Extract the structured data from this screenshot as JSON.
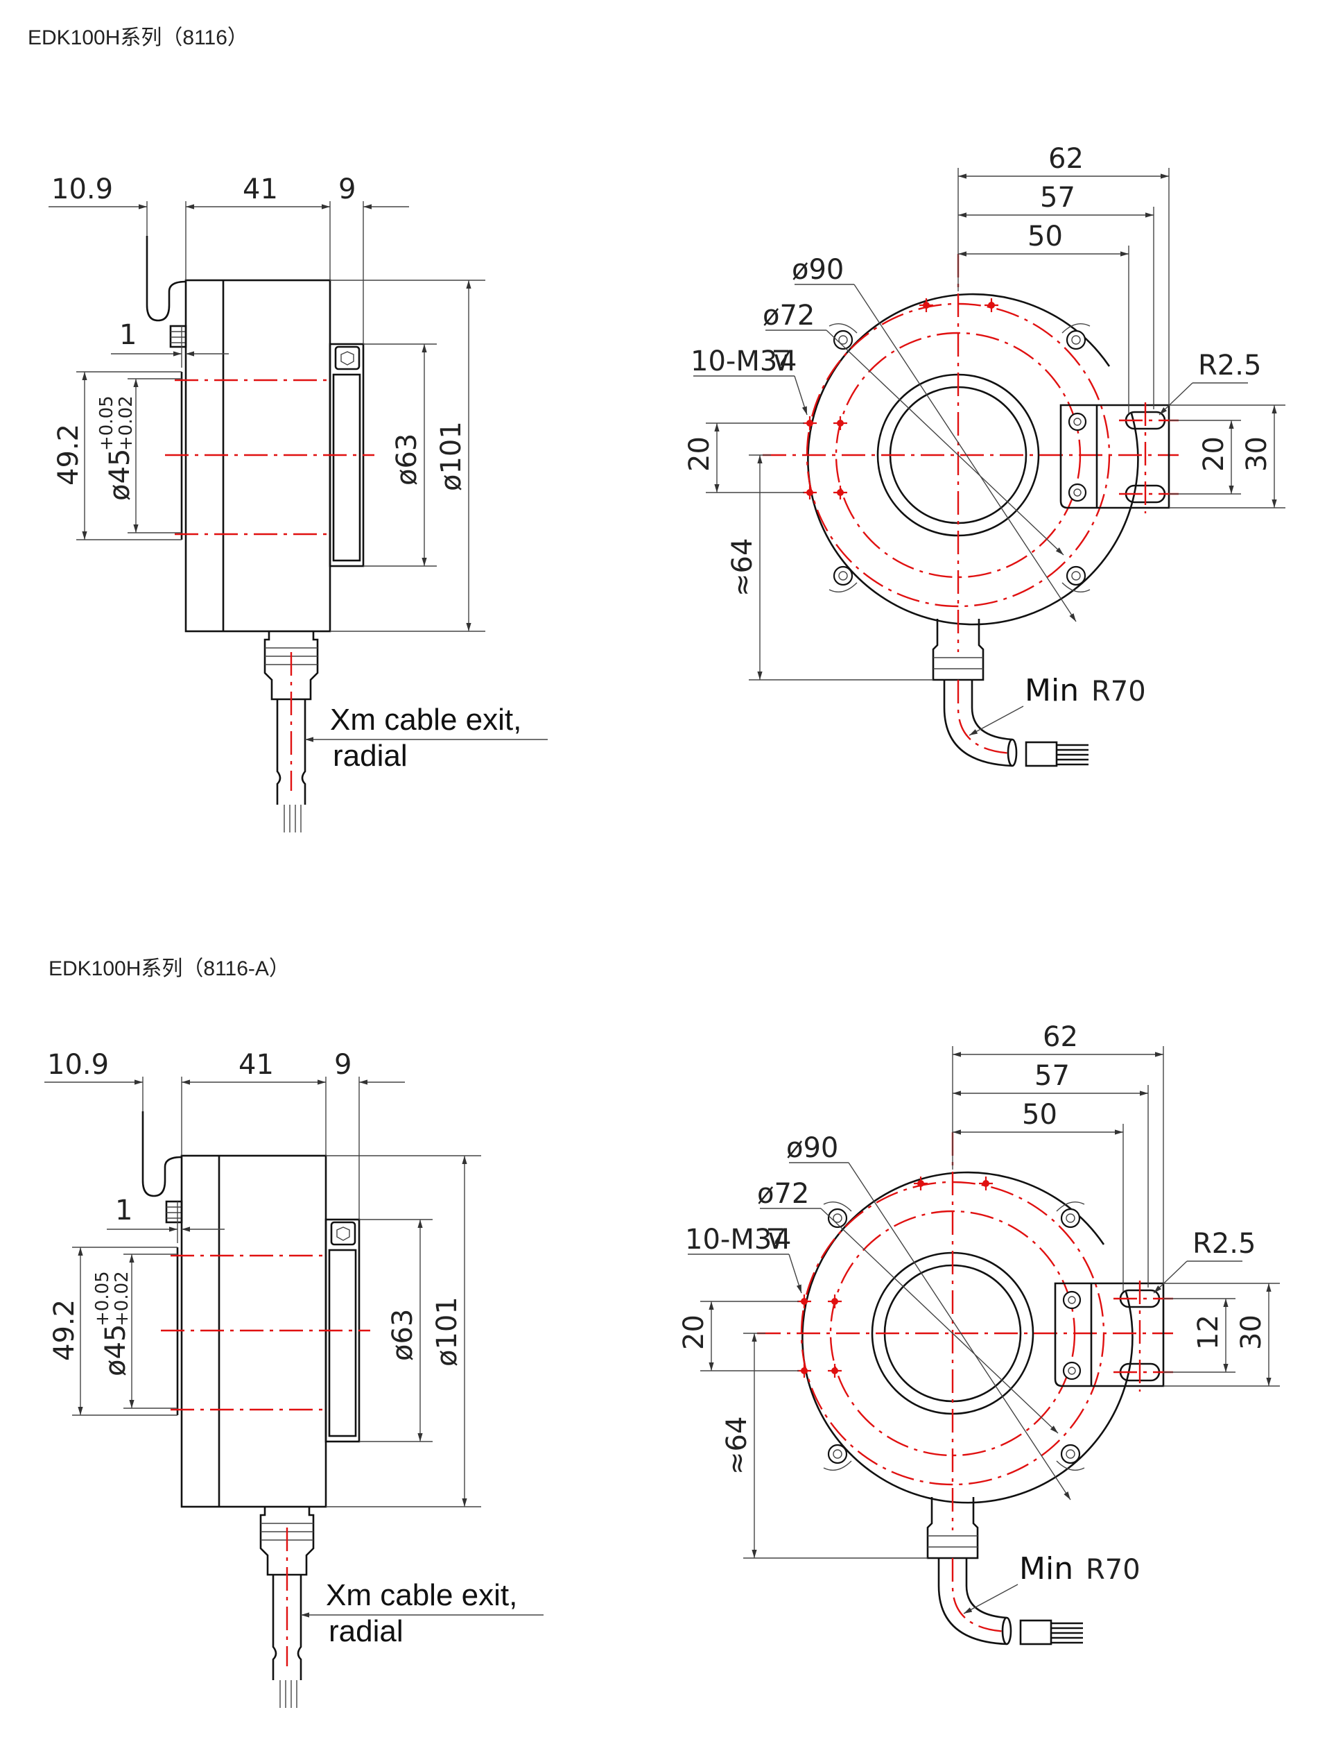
{
  "drawings": [
    {
      "title": "EDK100H系列（8116）",
      "side_view": {
        "dim_flange_offset": "10.9",
        "dim_body_length": "41",
        "dim_bracket_width": "9",
        "dim_step": "1",
        "dim_bore_depth": "49.2",
        "dim_bore_diameter": "ø45",
        "dim_bore_tol_upper": "+0.05",
        "dim_bore_tol_lower": "+0.02",
        "dim_inner_diameter": "ø63",
        "dim_outer_diameter": "ø101",
        "cable_note_line1": "Xm cable exit,",
        "cable_note_line2": "radial"
      },
      "front_view": {
        "dim_62": "62",
        "dim_57": "57",
        "dim_50": "50",
        "dim_pcd_outer": "ø90",
        "dim_pcd_inner": "ø72",
        "dim_threads": "10-M3",
        "dim_thread_depth": "4",
        "dim_slot_radius": "R2.5",
        "dim_left_spacing": "20",
        "dim_slot_spacing": "20",
        "dim_bracket_height": "30",
        "dim_cable_offset": "≈64",
        "bend_note_prefix": "Min",
        "bend_note_value": "R70"
      }
    },
    {
      "title": "EDK100H系列（8116-A）",
      "side_view": {
        "dim_flange_offset": "10.9",
        "dim_body_length": "41",
        "dim_bracket_width": "9",
        "dim_step": "1",
        "dim_bore_depth": "49.2",
        "dim_bore_diameter": "ø45",
        "dim_bore_tol_upper": "+0.05",
        "dim_bore_tol_lower": "+0.02",
        "dim_inner_diameter": "ø63",
        "dim_outer_diameter": "ø101",
        "cable_note_line1": "Xm cable exit,",
        "cable_note_line2": "radial"
      },
      "front_view": {
        "dim_62": "62",
        "dim_57": "57",
        "dim_50": "50",
        "dim_pcd_outer": "ø90",
        "dim_pcd_inner": "ø72",
        "dim_threads": "10-M3",
        "dim_thread_depth": "4",
        "dim_slot_radius": "R2.5",
        "dim_left_spacing": "20",
        "dim_slot_spacing": "12",
        "dim_bracket_height": "30",
        "dim_cable_offset": "≈64",
        "bend_note_prefix": "Min",
        "bend_note_value": "R70"
      }
    }
  ],
  "colors": {
    "outline": "#111111",
    "centerline": "#e01010",
    "dimension": "#444444"
  }
}
